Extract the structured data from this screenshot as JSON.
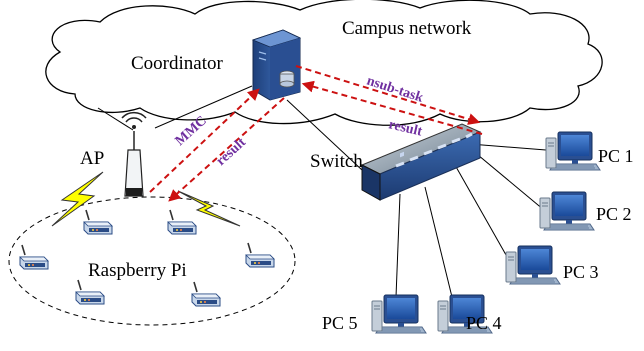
{
  "labels": {
    "campus_network": "Campus network",
    "coordinator": "Coordinator",
    "ap": "AP",
    "switch": "Switch",
    "raspberry_pi": "Raspberry Pi",
    "mmc": "MMC",
    "result_left": "result",
    "result_right": "result",
    "nsub_task": "nsub-task"
  },
  "pcs": [
    "PC 1",
    "PC 2",
    "PC 3",
    "PC 4",
    "PC 5"
  ],
  "colors": {
    "arrow": "#cc1111",
    "annotation": "#7030a0",
    "lightning": "#ffff00",
    "device_blue": "#3060b0"
  }
}
